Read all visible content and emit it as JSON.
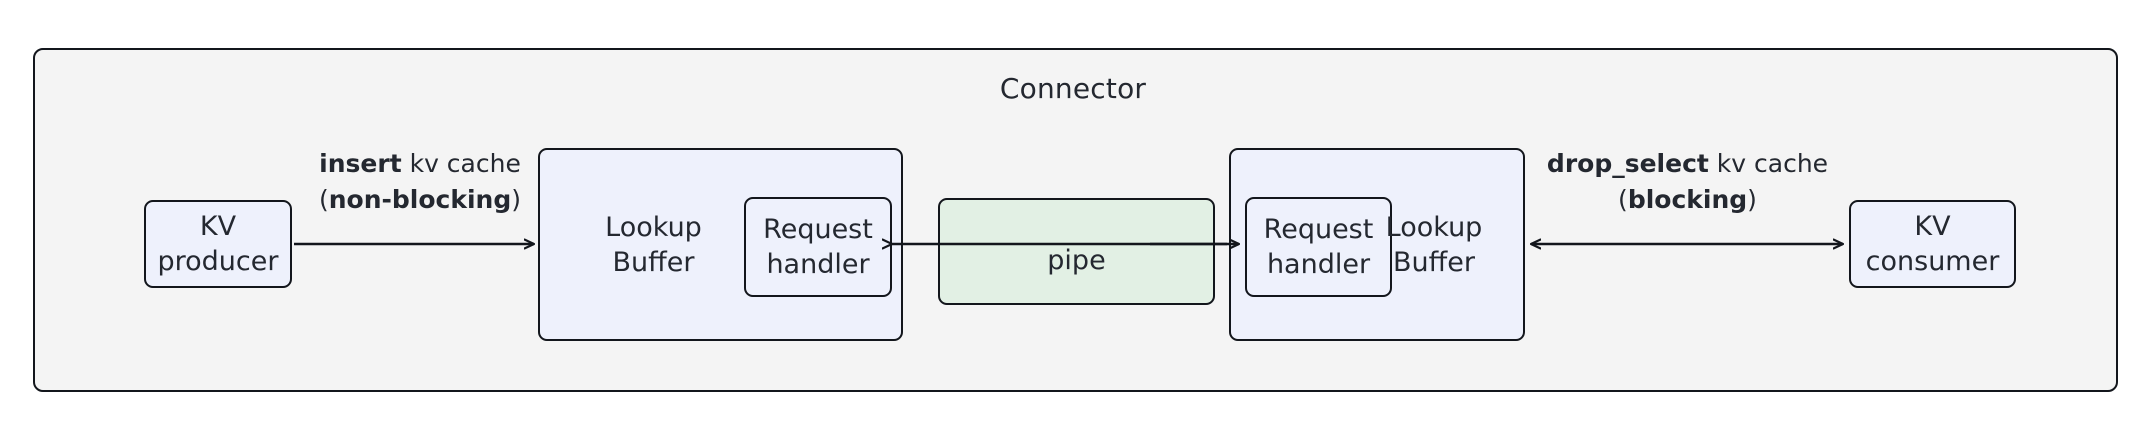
{
  "diagram": {
    "title": "Connector",
    "nodes": {
      "kv_producer": {
        "label": "KV\nproducer"
      },
      "kv_consumer": {
        "label": "KV\nconsumer"
      },
      "lookup_buffer_left": {
        "label": "Lookup\nBuffer"
      },
      "lookup_buffer_right": {
        "label": "Lookup\nBuffer"
      },
      "request_handler_left": {
        "label": "Request\nhandler"
      },
      "request_handler_right": {
        "label": "Request\nhandler"
      },
      "pipe": {
        "label": "pipe"
      }
    },
    "edges": {
      "insert": {
        "op": "insert",
        "rest": " kv cache",
        "open_paren": "(",
        "mode": "non-blocking",
        "close_paren": ")",
        "direction": "right"
      },
      "drop_select": {
        "op": "drop_select",
        "rest": " kv cache",
        "open_paren": "(",
        "mode": "blocking",
        "close_paren": ")",
        "direction": "both"
      }
    },
    "colors": {
      "frame_fill": "#f4f4f4",
      "node_fill": "#eef1fc",
      "pipe_fill": "#e2f0e4",
      "stroke": "#13161c",
      "text": "#242830"
    }
  }
}
